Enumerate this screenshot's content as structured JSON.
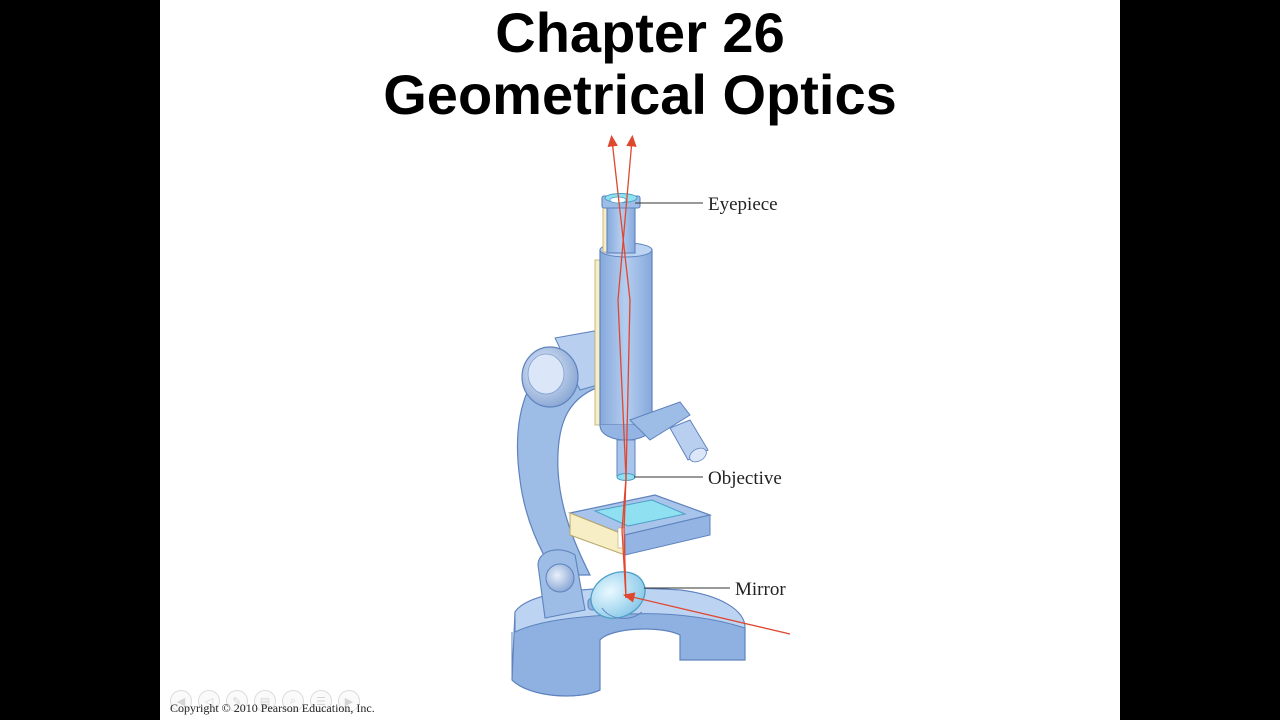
{
  "slide": {
    "title_line1": "Chapter 26",
    "title_line2": "Geometrical Optics",
    "copyright": "Copyright © 2010 Pearson Education, Inc."
  },
  "diagram": {
    "labels": {
      "eyepiece": "Eyepiece",
      "objective": "Objective",
      "mirror": "Mirror"
    },
    "colors": {
      "body": "#9dbde6",
      "body_dark": "#6f96cc",
      "body_light": "#c9dcf3",
      "cutaway": "#f8eec5",
      "glass": "#8fe0f0",
      "ray": "#e0472f",
      "leader": "#333333"
    }
  },
  "player_controls": [
    {
      "name": "previous-icon",
      "glyph": "◀"
    },
    {
      "name": "back-icon",
      "glyph": "◁"
    },
    {
      "name": "pen-icon",
      "glyph": "✎"
    },
    {
      "name": "slides-icon",
      "glyph": "▤"
    },
    {
      "name": "zoom-icon",
      "glyph": "⌕"
    },
    {
      "name": "menu-icon",
      "glyph": "☰"
    },
    {
      "name": "next-icon",
      "glyph": "▶"
    }
  ]
}
